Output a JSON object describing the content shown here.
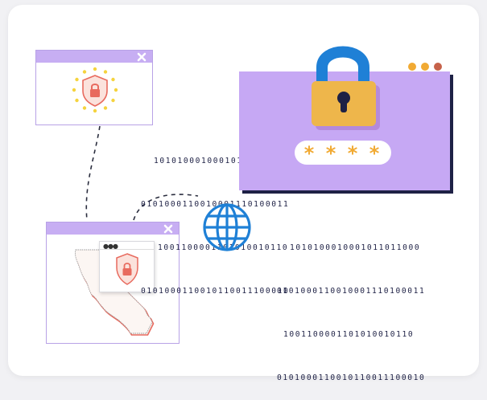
{
  "binary_left": [
    "1010100010001011011000",
    "0101000110010001110100011",
    "1001100001101010010110",
    "0101000110010110011100010"
  ],
  "binary_right": [
    "1010100010001011011000",
    "0101000110010001110100011",
    "1001100001101010010110",
    "0101000110010110011100010"
  ],
  "password_mask": [
    "*",
    "*",
    "*",
    "*"
  ],
  "colors": {
    "purple": "#c6a8f4",
    "window_bar": "#c7aef3",
    "lock_body": "#eeb64b",
    "lock_shackle": "#1f80d6",
    "dark_navy": "#1e2145",
    "shield_red": "#e86a5e",
    "eu_star": "#f5d33d",
    "password_star": "#f1aa33",
    "globe_blue": "#1f80d6"
  },
  "icons": {
    "main": "padlock-icon",
    "globe": "globe-icon",
    "shield": "shield-lock-icon",
    "map": "california-map",
    "close": "close-icon"
  }
}
